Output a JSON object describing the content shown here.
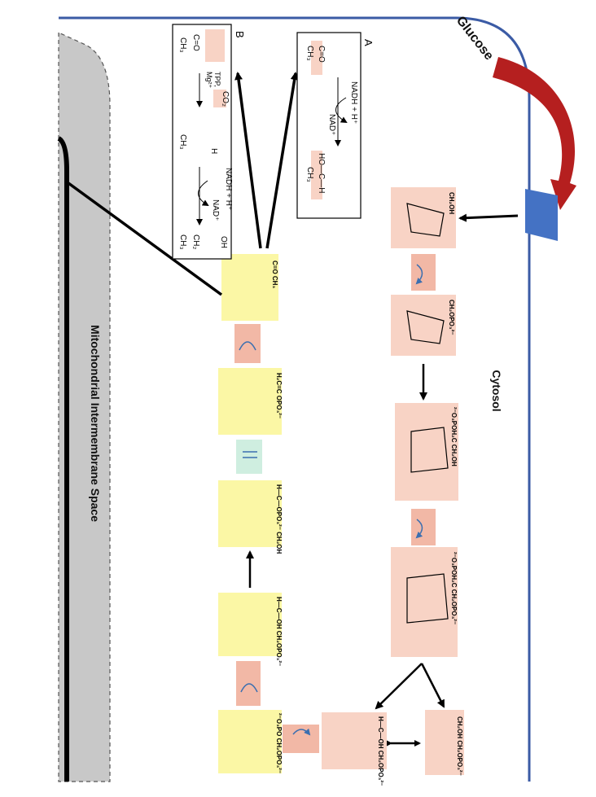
{
  "labels": {
    "glucose": "Glucose",
    "cytosol": "Cytosol",
    "mito": "Mitochondrial Intermembrane Space",
    "panel_a": "A",
    "panel_b": "B",
    "nadh_a": "NADH + H⁺",
    "nad_a": "NAD⁺",
    "nadh_b": "NADH + H⁺",
    "nad_b": "NAD⁺",
    "tpp": "TPP,",
    "mg": "Mg²⁺",
    "co2": "CO₂",
    "ch3": "CH₃",
    "c_o": "C=O",
    "ho_c_h": "HO—C—H",
    "oh": "OH",
    "ch2": "CH₂",
    "h": "H"
  },
  "molecules": [
    {
      "text": "CH₂OH"
    },
    {
      "text": "CH₂OPO₃²⁻"
    },
    {
      "text": "²⁻O₃POH₂C   CH₂OH"
    },
    {
      "text": "²⁻O₃POH₂C   CH₂OPO₃²⁻"
    },
    {
      "text": "CH₂OH  CH₂OPO₃²⁻"
    },
    {
      "text": "H—C—OH  CH₂OPO₃²⁻"
    },
    {
      "text": "²⁻O₃PO  CH₂OPO₃²⁻"
    },
    {
      "text": "H—C—OH  CH₂OPO₃²⁻"
    },
    {
      "text": "H—C—OPO₃²⁻  CH₂OH"
    },
    {
      "text": "H₂C=C  OPO₃²⁻"
    },
    {
      "text": "C=O  CH₃"
    }
  ],
  "colors": {
    "membrane": "#3b5ba5",
    "glucose_arrow": "#b51f1f",
    "transporter": "#4472c4",
    "cytosol_box": "#f8d3c5",
    "mito_box": "#fbf7a5",
    "mito_band": "#c8c8c8"
  }
}
